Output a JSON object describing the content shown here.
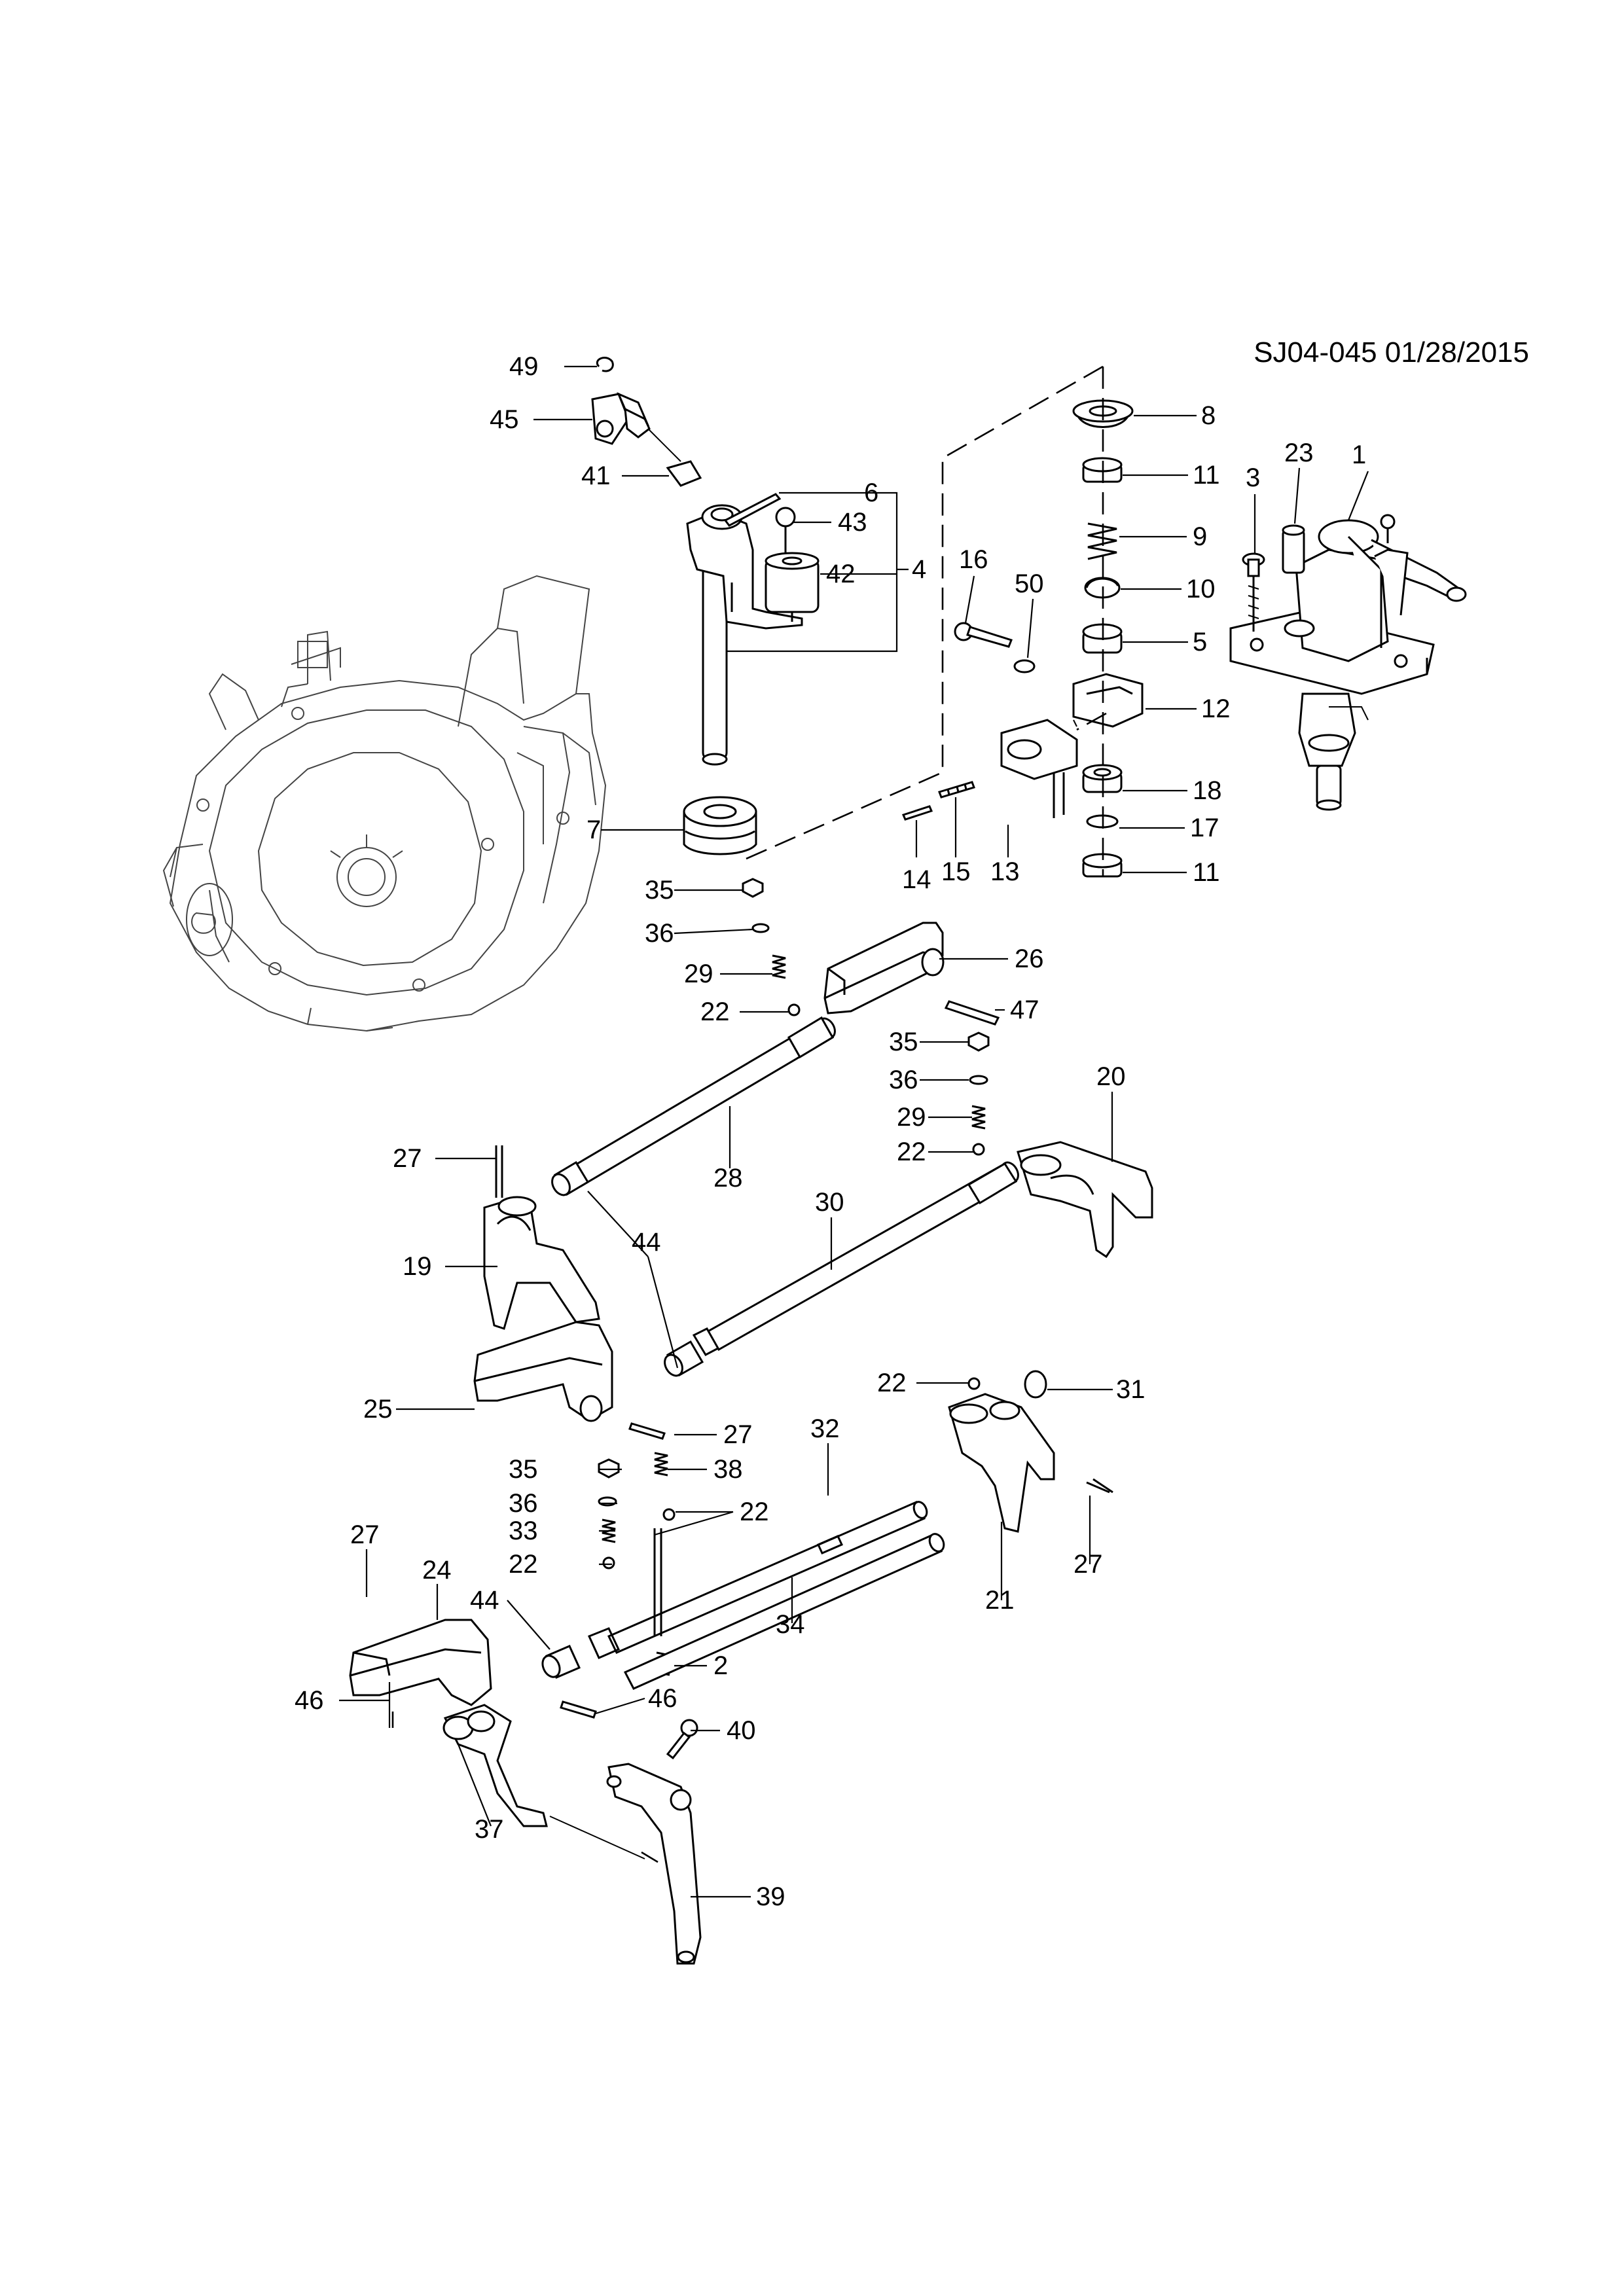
{
  "document_id": "SJ04-045 01/28/2015",
  "callouts": {
    "c1": "1",
    "c2": "2",
    "c3": "3",
    "c4": "4",
    "c5": "5",
    "c6": "6",
    "c7": "7",
    "c8": "8",
    "c9": "9",
    "c10": "10",
    "c11a": "11",
    "c11b": "11",
    "c12": "12",
    "c13": "13",
    "c14": "14",
    "c15": "15",
    "c16": "16",
    "c17": "17",
    "c18": "18",
    "c19": "19",
    "c20": "20",
    "c21": "21",
    "c22a": "22",
    "c22b": "22",
    "c22c": "22",
    "c22d": "22",
    "c22e": "22",
    "c23": "23",
    "c24": "24",
    "c25": "25",
    "c26": "26",
    "c27a": "27",
    "c27b": "27",
    "c27c": "27",
    "c27d": "27",
    "c28": "28",
    "c29a": "29",
    "c29b": "29",
    "c30": "30",
    "c31": "31",
    "c32": "32",
    "c33": "33",
    "c34": "34",
    "c35a": "35",
    "c35b": "35",
    "c35c": "35",
    "c36a": "36",
    "c36b": "36",
    "c36c": "36",
    "c37": "37",
    "c38": "38",
    "c39": "39",
    "c40": "40",
    "c41": "41",
    "c42": "42",
    "c43": "43",
    "c44a": "44",
    "c44b": "44",
    "c45": "45",
    "c46a": "46",
    "c46b": "46",
    "c47": "47",
    "c49": "49",
    "c50": "50"
  }
}
